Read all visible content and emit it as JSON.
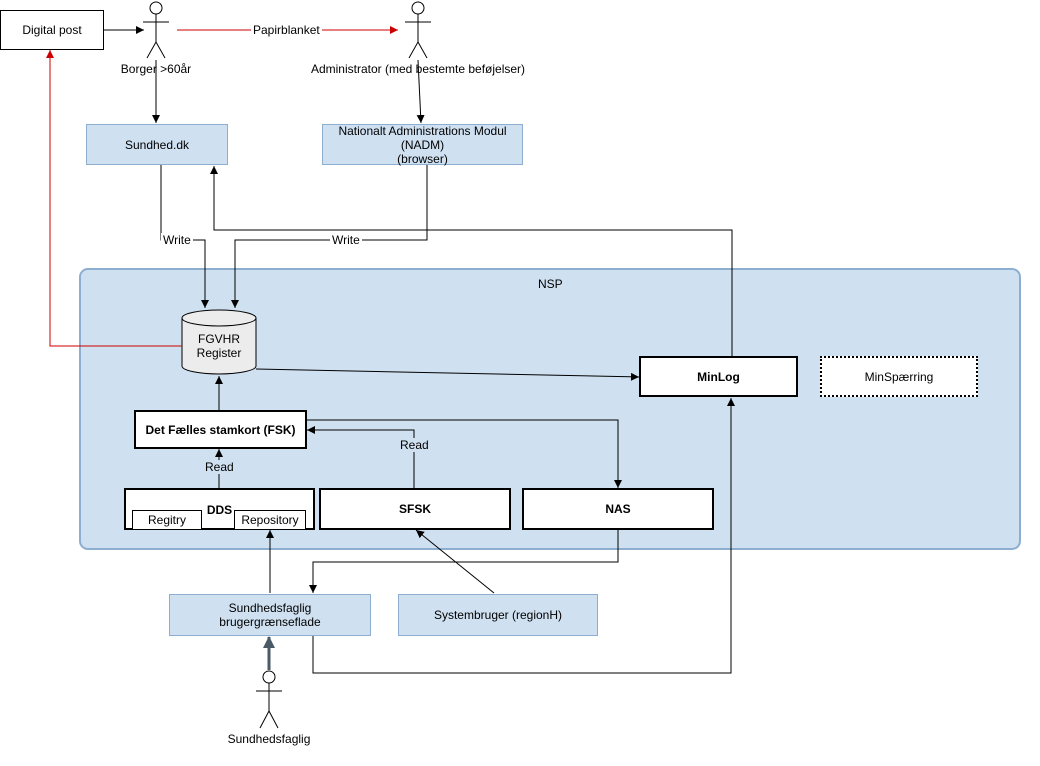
{
  "containers": {
    "nsp": "NSP"
  },
  "nodes": {
    "digital_post": "Digital post",
    "sundhed_dk": "Sundhed.dk",
    "nadm": [
      "Nationalt Administrations Modul",
      "(NADM)",
      "(browser)"
    ],
    "fgvhr": [
      "FGVHR",
      "Register"
    ],
    "minlog": "MinLog",
    "minspaerring": "MinSpærring",
    "fsk": "Det Fælles stamkort (FSK)",
    "dds": "DDS",
    "registry": "Regitry",
    "repository": "Repository",
    "sfsk": "SFSK",
    "nas": "NAS",
    "sundhedsfaglig_ui": [
      "Sundhedsfaglig",
      "brugergrænseflade"
    ],
    "systembruger": "Systembruger (regionH)"
  },
  "actors": {
    "borger": "Borger >60år",
    "administrator": "Administrator (med bestemte beføjelser)",
    "sundhedsfaglig": "Sundhedsfaglig"
  },
  "edge_labels": {
    "papirblanket": "Papirblanket",
    "write_1": "Write",
    "write_2": "Write",
    "read_fsk_dds": "Read",
    "read_sfsk_fsk": "Read"
  },
  "colors": {
    "box_fill": "#cfe0f1",
    "box_border": "#8eaed0",
    "container_fill": "#cfe0f1",
    "container_border": "#8eaed0",
    "red_edge": "#cc0000",
    "black_edge": "#000000",
    "cylinder_fill": "#ececec",
    "thick_arrow": "#4a5a66"
  }
}
